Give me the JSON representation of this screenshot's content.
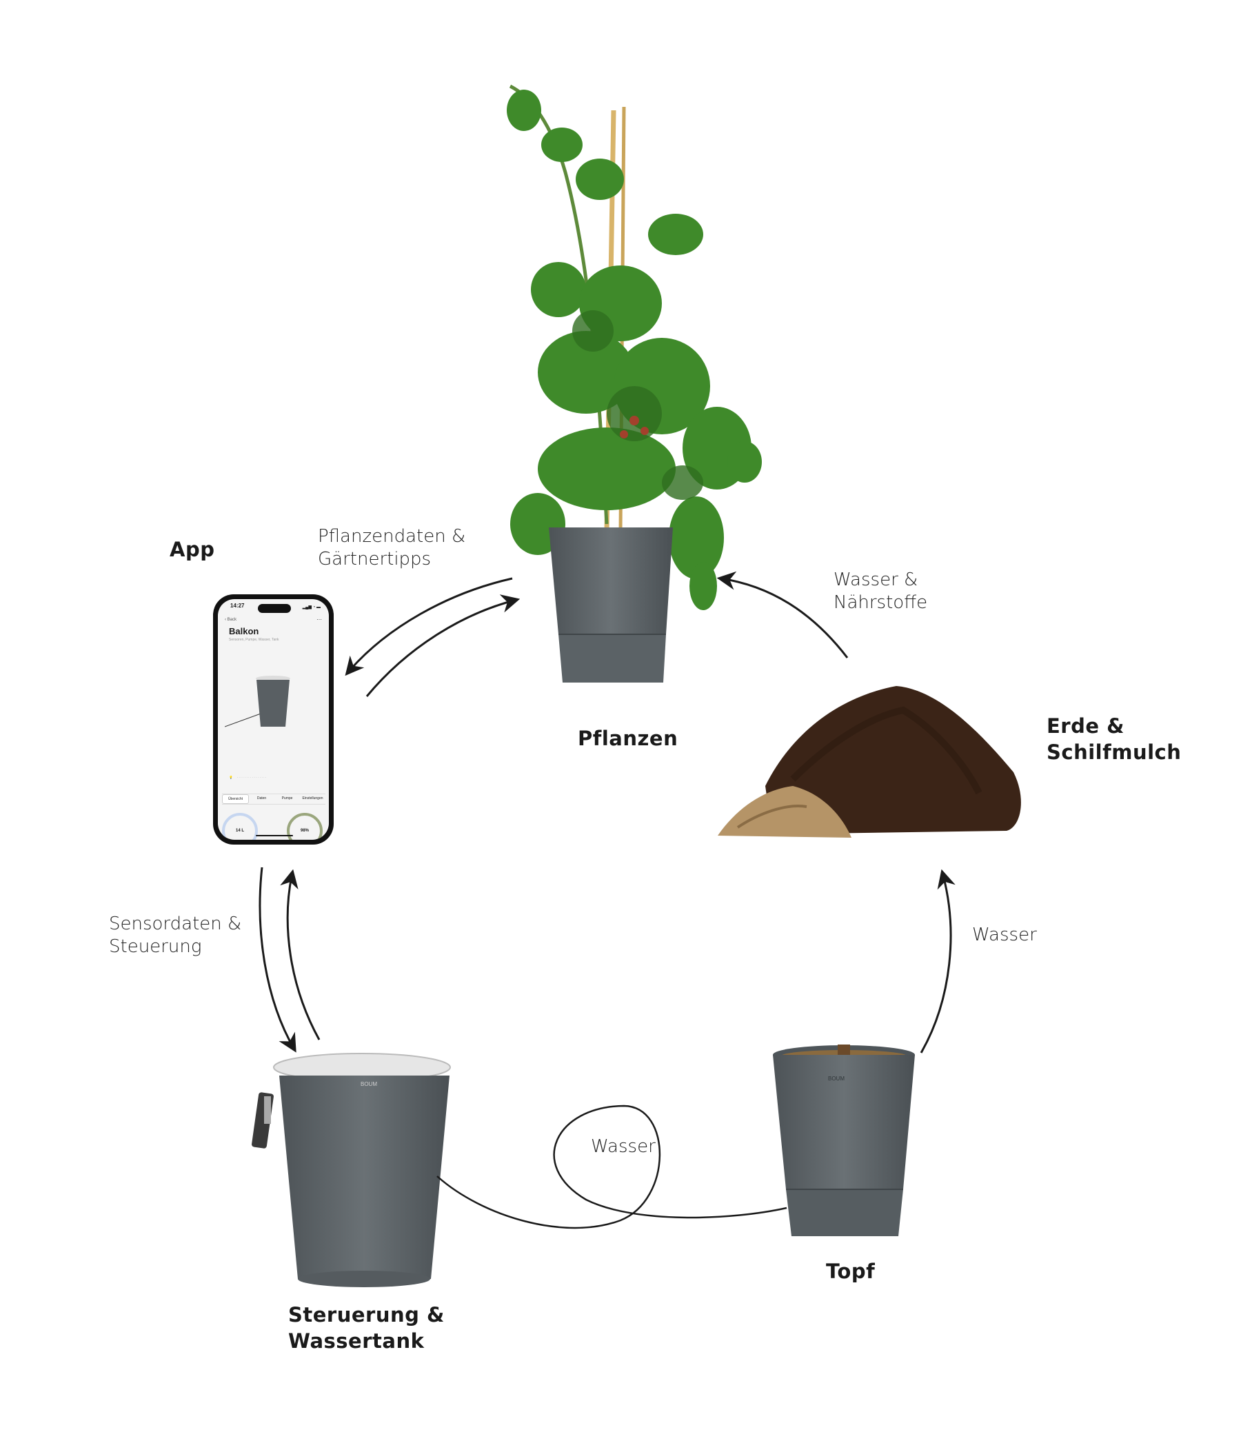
{
  "nodes": {
    "app": "App",
    "plants": "Pflanzen",
    "soil": [
      "Erde &",
      "Schilfmulch"
    ],
    "pot": "Topf",
    "tank": [
      "Steruerung &",
      "Wassertank"
    ]
  },
  "flows": {
    "app_plants": [
      "Pflanzendaten &",
      "Gärtnertipps"
    ],
    "soil_plants": [
      "Wasser &",
      "Nährstoffe"
    ],
    "pot_soil": "Wasser",
    "app_tank": [
      "Sensordaten &",
      "Steuerung"
    ],
    "tank_pot": "Wasser"
  },
  "phone": {
    "time": "14:27",
    "status": "▂▄▆ ◔ ▬",
    "back": "‹ Back",
    "more": "···",
    "title": "Balkon",
    "subtitle": "Sensoren, Pumpe, Wasser, Tank",
    "tabs": [
      "Übersicht",
      "Daten",
      "Pumpe",
      "Einstellungen"
    ],
    "water_level": "14 L",
    "moisture": "98%"
  },
  "brand": "BOUM",
  "colors": {
    "pot": "#5d6468",
    "foliage": "#3f8a2a",
    "soil": "#3b2417",
    "arrow": "#1a1a1a"
  }
}
